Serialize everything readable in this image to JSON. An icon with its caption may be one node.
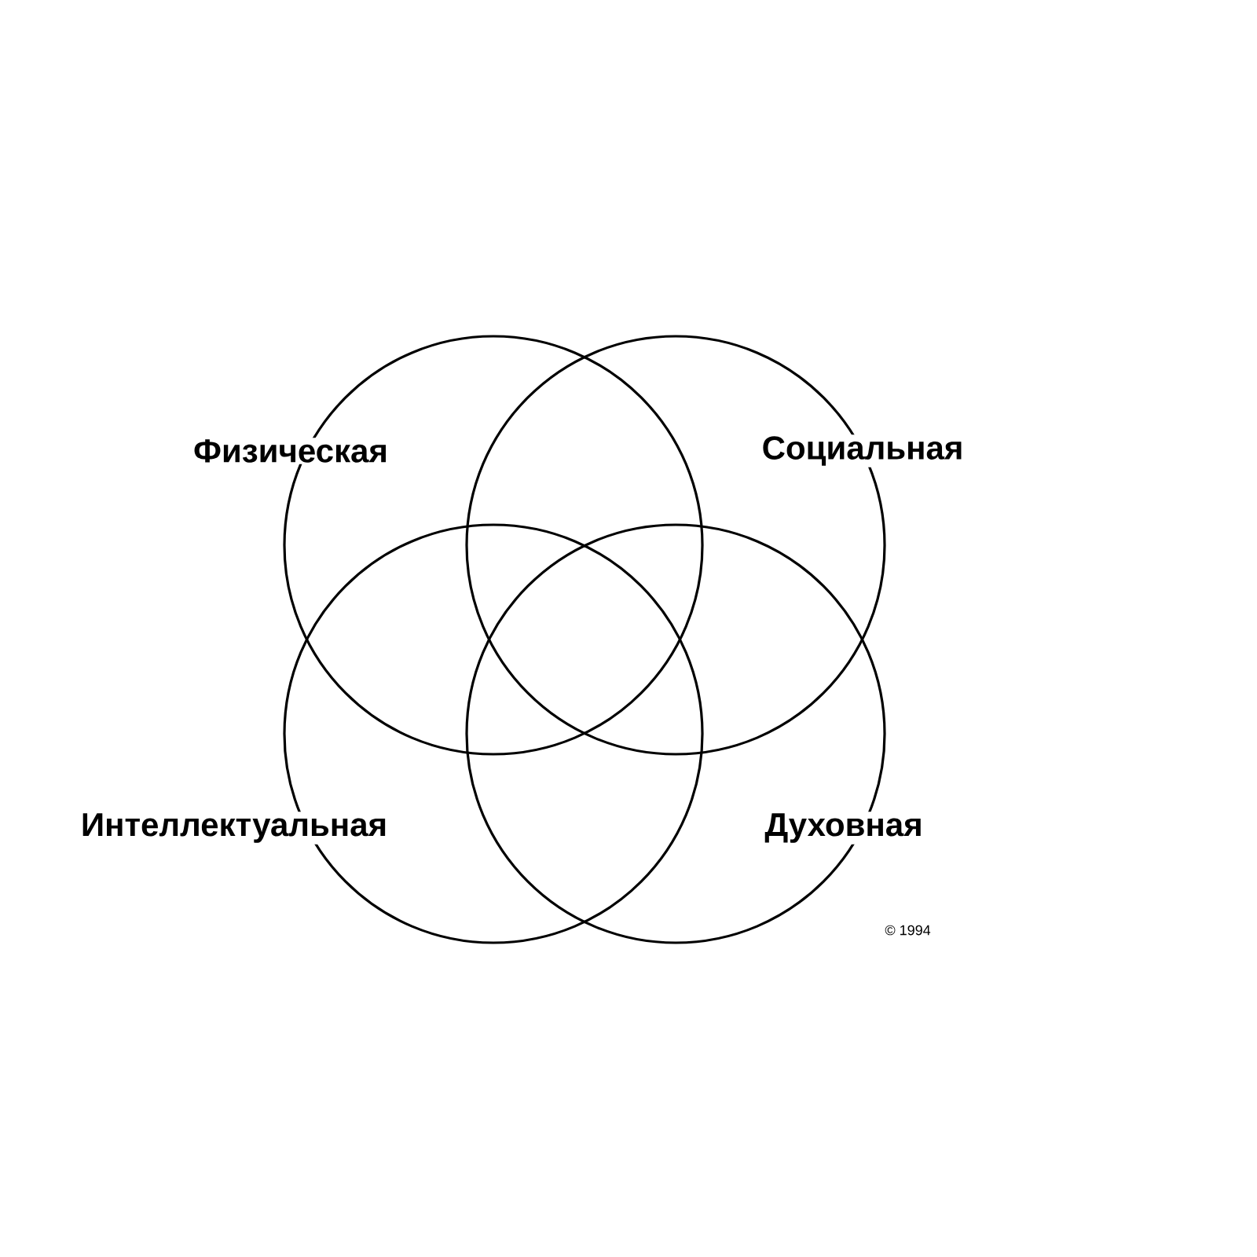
{
  "diagram": {
    "nodes": [
      {
        "text": [
          "Физическая"
        ]
      },
      {
        "text": [
          "Социальная"
        ]
      },
      {
        "text": [
          "Интеллектуальная"
        ]
      },
      {
        "text": [
          "Духовная"
        ]
      }
    ],
    "labels": [
      "© 1994"
    ]
  }
}
